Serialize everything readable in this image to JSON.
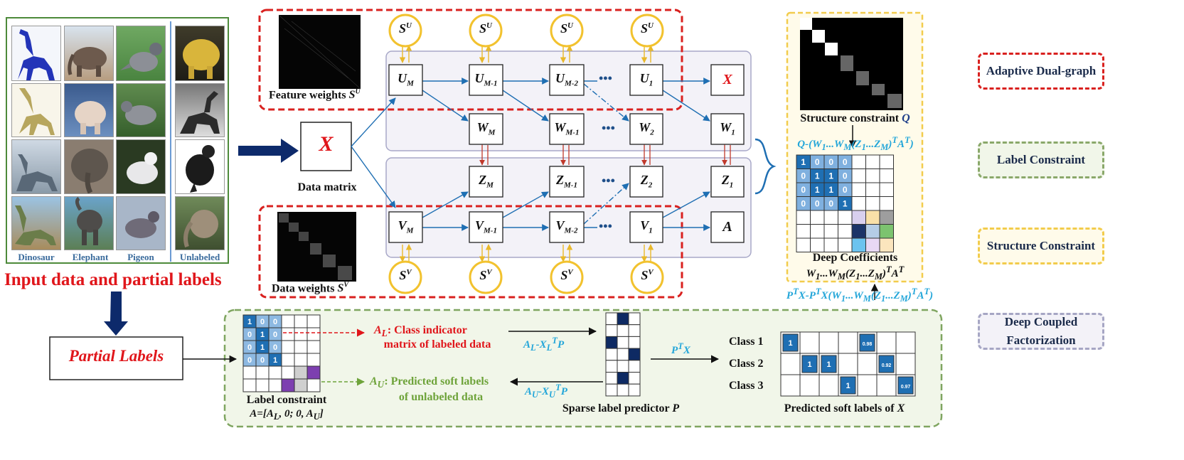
{
  "input_panel": {
    "captions": [
      "Dinosaur",
      "Elephant",
      "Pigeon",
      "Unlabeled"
    ],
    "title": "Input data and partial labels"
  },
  "partial_labels": "Partial Labels",
  "data_matrix": {
    "symbol": "X",
    "label": "Data matrix"
  },
  "feature_weights": {
    "label": "Feature weights",
    "symbol": "S",
    "sup": "U"
  },
  "data_weights": {
    "label": "Data weights",
    "symbol": "S",
    "sup": "V"
  },
  "s_nodes": {
    "top": "S",
    "top_sup": "U",
    "bottom": "S",
    "bottom_sup": "V"
  },
  "u_row": [
    {
      "base": "U",
      "sub": "M"
    },
    {
      "base": "U",
      "sub": "M-1"
    },
    {
      "base": "U",
      "sub": "M-2"
    },
    {
      "base": "U",
      "sub": "1"
    }
  ],
  "w_row": [
    {
      "base": "W",
      "sub": "M"
    },
    {
      "base": "W",
      "sub": "M-1"
    },
    {
      "base": "W",
      "sub": "2"
    },
    {
      "base": "W",
      "sub": "1"
    }
  ],
  "z_row": [
    {
      "base": "Z",
      "sub": "M"
    },
    {
      "base": "Z",
      "sub": "M-1"
    },
    {
      "base": "Z",
      "sub": "2"
    },
    {
      "base": "Z",
      "sub": "1"
    }
  ],
  "v_row": [
    {
      "base": "V",
      "sub": "M"
    },
    {
      "base": "V",
      "sub": "M-1"
    },
    {
      "base": "V",
      "sub": "M-2"
    },
    {
      "base": "V",
      "sub": "1"
    }
  ],
  "dots": "•••",
  "outputs": {
    "x": "X",
    "a": "A"
  },
  "structure": {
    "title": "Structure constraint",
    "symbol": "Q",
    "formula": "Q-(W1...WM(Z1...ZM)TAT)",
    "deep_title": "Deep Coefficients",
    "deep_formula": "W1...WM(Z1...ZM)TAT"
  },
  "coef_matrix": {
    "rows": [
      [
        "1",
        "0",
        "0",
        "0"
      ],
      [
        "0",
        "1",
        "1",
        "0"
      ],
      [
        "0",
        "1",
        "1",
        "0"
      ],
      [
        "0",
        "0",
        "0",
        "1"
      ]
    ]
  },
  "pred_formula": "PTX-PTX(W1...WM(Z1...ZM)TAT)",
  "label_panel": {
    "matrix": [
      [
        "1",
        "0",
        "0"
      ],
      [
        "0",
        "1",
        "0"
      ],
      [
        "0",
        "1",
        "0"
      ],
      [
        "0",
        "0",
        "1"
      ]
    ],
    "al_symbol": "A",
    "al_sub": "L",
    "al_text": ": Class indicator",
    "al_text2": "matrix of labeled data",
    "au_symbol": "A",
    "au_sub": "U",
    "au_text": ": Predicted soft labels",
    "au_text2": "of unlabeled data",
    "label_constraint": "Label constraint",
    "label_formula": "A=[AL, 0; 0, AU]",
    "eq1": "AL-XLTP",
    "eq2": "AU-XUTP",
    "ptx": "PTX",
    "predictor": "Sparse label predictor",
    "predictor_sym": "P",
    "classes": [
      "Class 1",
      "Class 2",
      "Class 3"
    ],
    "soft_title": "Predicted soft labels of",
    "soft_sym": "X",
    "soft_values": {
      "c1": [
        "1",
        "0.98"
      ],
      "c2": [
        "1",
        "1",
        "0.92"
      ],
      "c3": [
        "1",
        "0.97"
      ]
    }
  },
  "legend": [
    {
      "text": "Adaptive Dual-graph",
      "color": "#d9211f"
    },
    {
      "text": "Label Constraint",
      "color": "#8aa86a"
    },
    {
      "text": "Structure Constraint",
      "color": "#f2cc4c"
    },
    {
      "text": "Deep Coupled Factorization",
      "color": "#a6a6c4"
    }
  ]
}
